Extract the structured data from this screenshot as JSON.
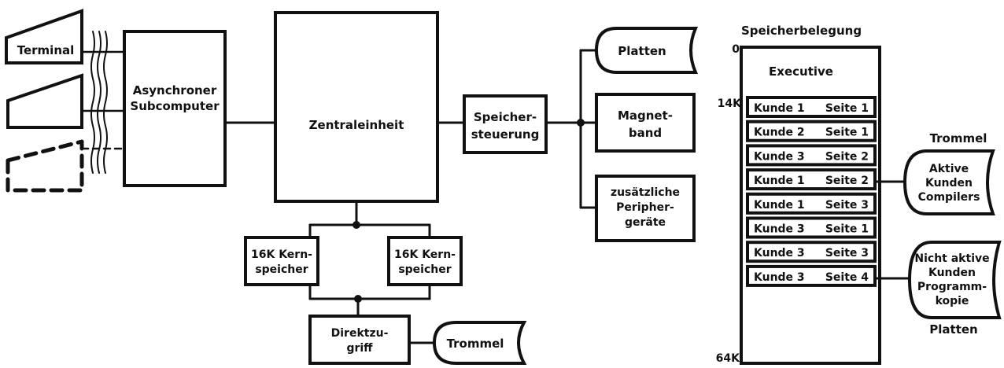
{
  "terminals": {
    "terminal_label": "Terminal"
  },
  "blocks": {
    "subcomputer": [
      "Asynchroner",
      "Subcomputer"
    ],
    "cpu": [
      "Zentraleinheit"
    ],
    "memory_control": [
      "Speicher-",
      "steuerung"
    ],
    "core_left": [
      "16K Kern-",
      "speicher"
    ],
    "core_right": [
      "16K Kern-",
      "speicher"
    ],
    "direct_access": [
      "Direktzu-",
      "griff"
    ]
  },
  "peripherals": {
    "disks": [
      "Platten"
    ],
    "tape": [
      "Magnet-",
      "band"
    ],
    "additional": [
      "zusätzliche",
      "Peripher-",
      "geräte"
    ],
    "drum": [
      "Trommel"
    ]
  },
  "memory_map": {
    "title": "Speicherbelegung",
    "address_0": "0",
    "address_14k": "14K",
    "address_64k": "64K",
    "executive": "Executive",
    "rows": [
      {
        "customer": "Kunde 1",
        "page": "Seite 1"
      },
      {
        "customer": "Kunde 2",
        "page": "Seite 1"
      },
      {
        "customer": "Kunde 3",
        "page": "Seite 2"
      },
      {
        "customer": "Kunde 1",
        "page": "Seite 2"
      },
      {
        "customer": "Kunde 1",
        "page": "Seite 3"
      },
      {
        "customer": "Kunde 3",
        "page": "Seite 1"
      },
      {
        "customer": "Kunde 3",
        "page": "Seite 3"
      },
      {
        "customer": "Kunde 3",
        "page": "Seite 4"
      }
    ]
  },
  "storage": {
    "drum_title": "Trommel",
    "active": [
      "Aktive",
      "Kunden",
      "Compilers"
    ],
    "inactive": [
      "Nicht aktive",
      "Kunden",
      "Programm-",
      "kopie"
    ],
    "disks_title": "Platten"
  }
}
